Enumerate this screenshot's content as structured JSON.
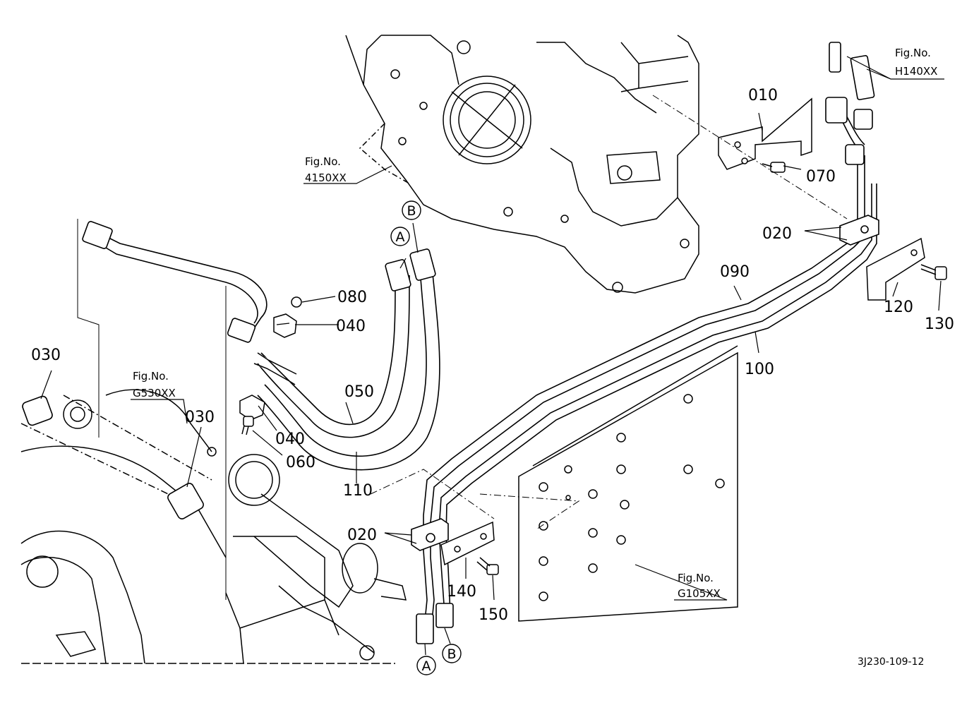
{
  "diagram": {
    "drawing_code": "3J230-109-12",
    "figure_refs": {
      "top_center": {
        "line1": "Fig.No.",
        "line2": "4150XX"
      },
      "top_right": {
        "line1": "Fig.No.",
        "line2": "H140XX"
      },
      "left": {
        "line1": "Fig.No.",
        "line2": "G530XX"
      },
      "bottom_right": {
        "line1": "Fig.No.",
        "line2": "G105XX"
      }
    },
    "part_labels": {
      "p010": "010",
      "p020_top": "020",
      "p020_bottom": "020",
      "p030_left": "030",
      "p030_mid": "030",
      "p040_top": "040",
      "p040_bottom": "040",
      "p050": "050",
      "p060": "060",
      "p070": "070",
      "p080": "080",
      "p090": "090",
      "p100": "100",
      "p110": "110",
      "p120": "120",
      "p130": "130",
      "p140": "140",
      "p150": "150"
    },
    "connection_markers": {
      "top_a": "A",
      "top_b": "B",
      "bottom_a": "A",
      "bottom_b": "B"
    }
  }
}
